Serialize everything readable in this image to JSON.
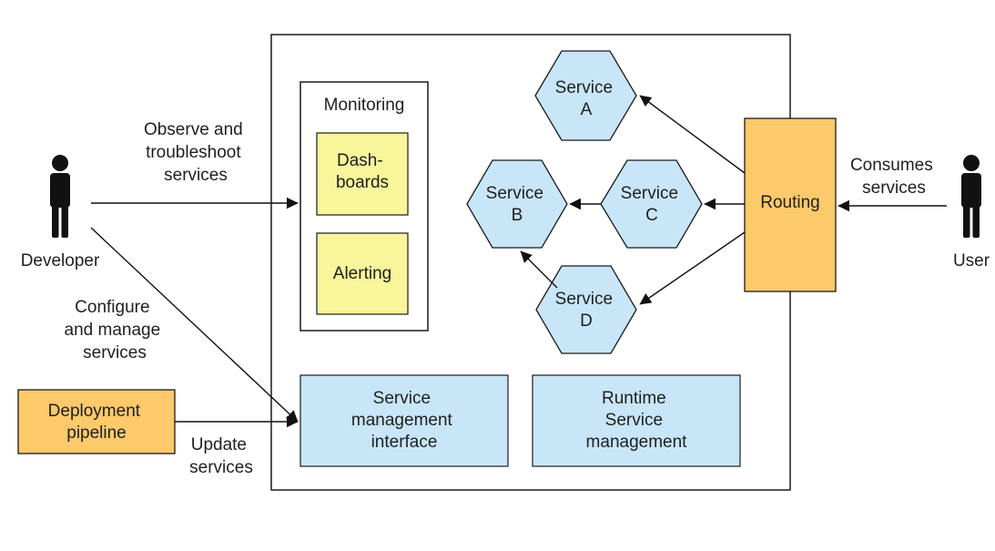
{
  "actors": {
    "developer": {
      "label": "Developer",
      "icon": "person-icon"
    },
    "user": {
      "label": "User",
      "icon": "person-icon"
    }
  },
  "edge_labels": {
    "observe": [
      "Observe and",
      "troubleshoot",
      "services"
    ],
    "configure": [
      "Configure",
      "and manage",
      "services"
    ],
    "update": [
      "Update",
      "services"
    ],
    "consumes": [
      "Consumes",
      "services"
    ]
  },
  "deployment_pipeline": {
    "lines": [
      "Deployment",
      "pipeline"
    ]
  },
  "monitoring": {
    "title": "Monitoring",
    "dashboards": [
      "Dash-",
      "boards"
    ],
    "alerting": [
      "Alerting"
    ]
  },
  "services": {
    "a": [
      "Service",
      "A"
    ],
    "b": [
      "Service",
      "B"
    ],
    "c": [
      "Service",
      "C"
    ],
    "d": [
      "Service",
      "D"
    ]
  },
  "routing": {
    "label": "Routing"
  },
  "service_management_interface": {
    "lines": [
      "Service",
      "management",
      "interface"
    ]
  },
  "runtime_service_management": {
    "lines": [
      "Runtime",
      "Service",
      "management"
    ]
  },
  "colors": {
    "orange": "#fcc96b",
    "yellow": "#f8f59a",
    "blue": "#c8e6f8",
    "stroke": "#1a1a1a",
    "person": "#111111"
  }
}
